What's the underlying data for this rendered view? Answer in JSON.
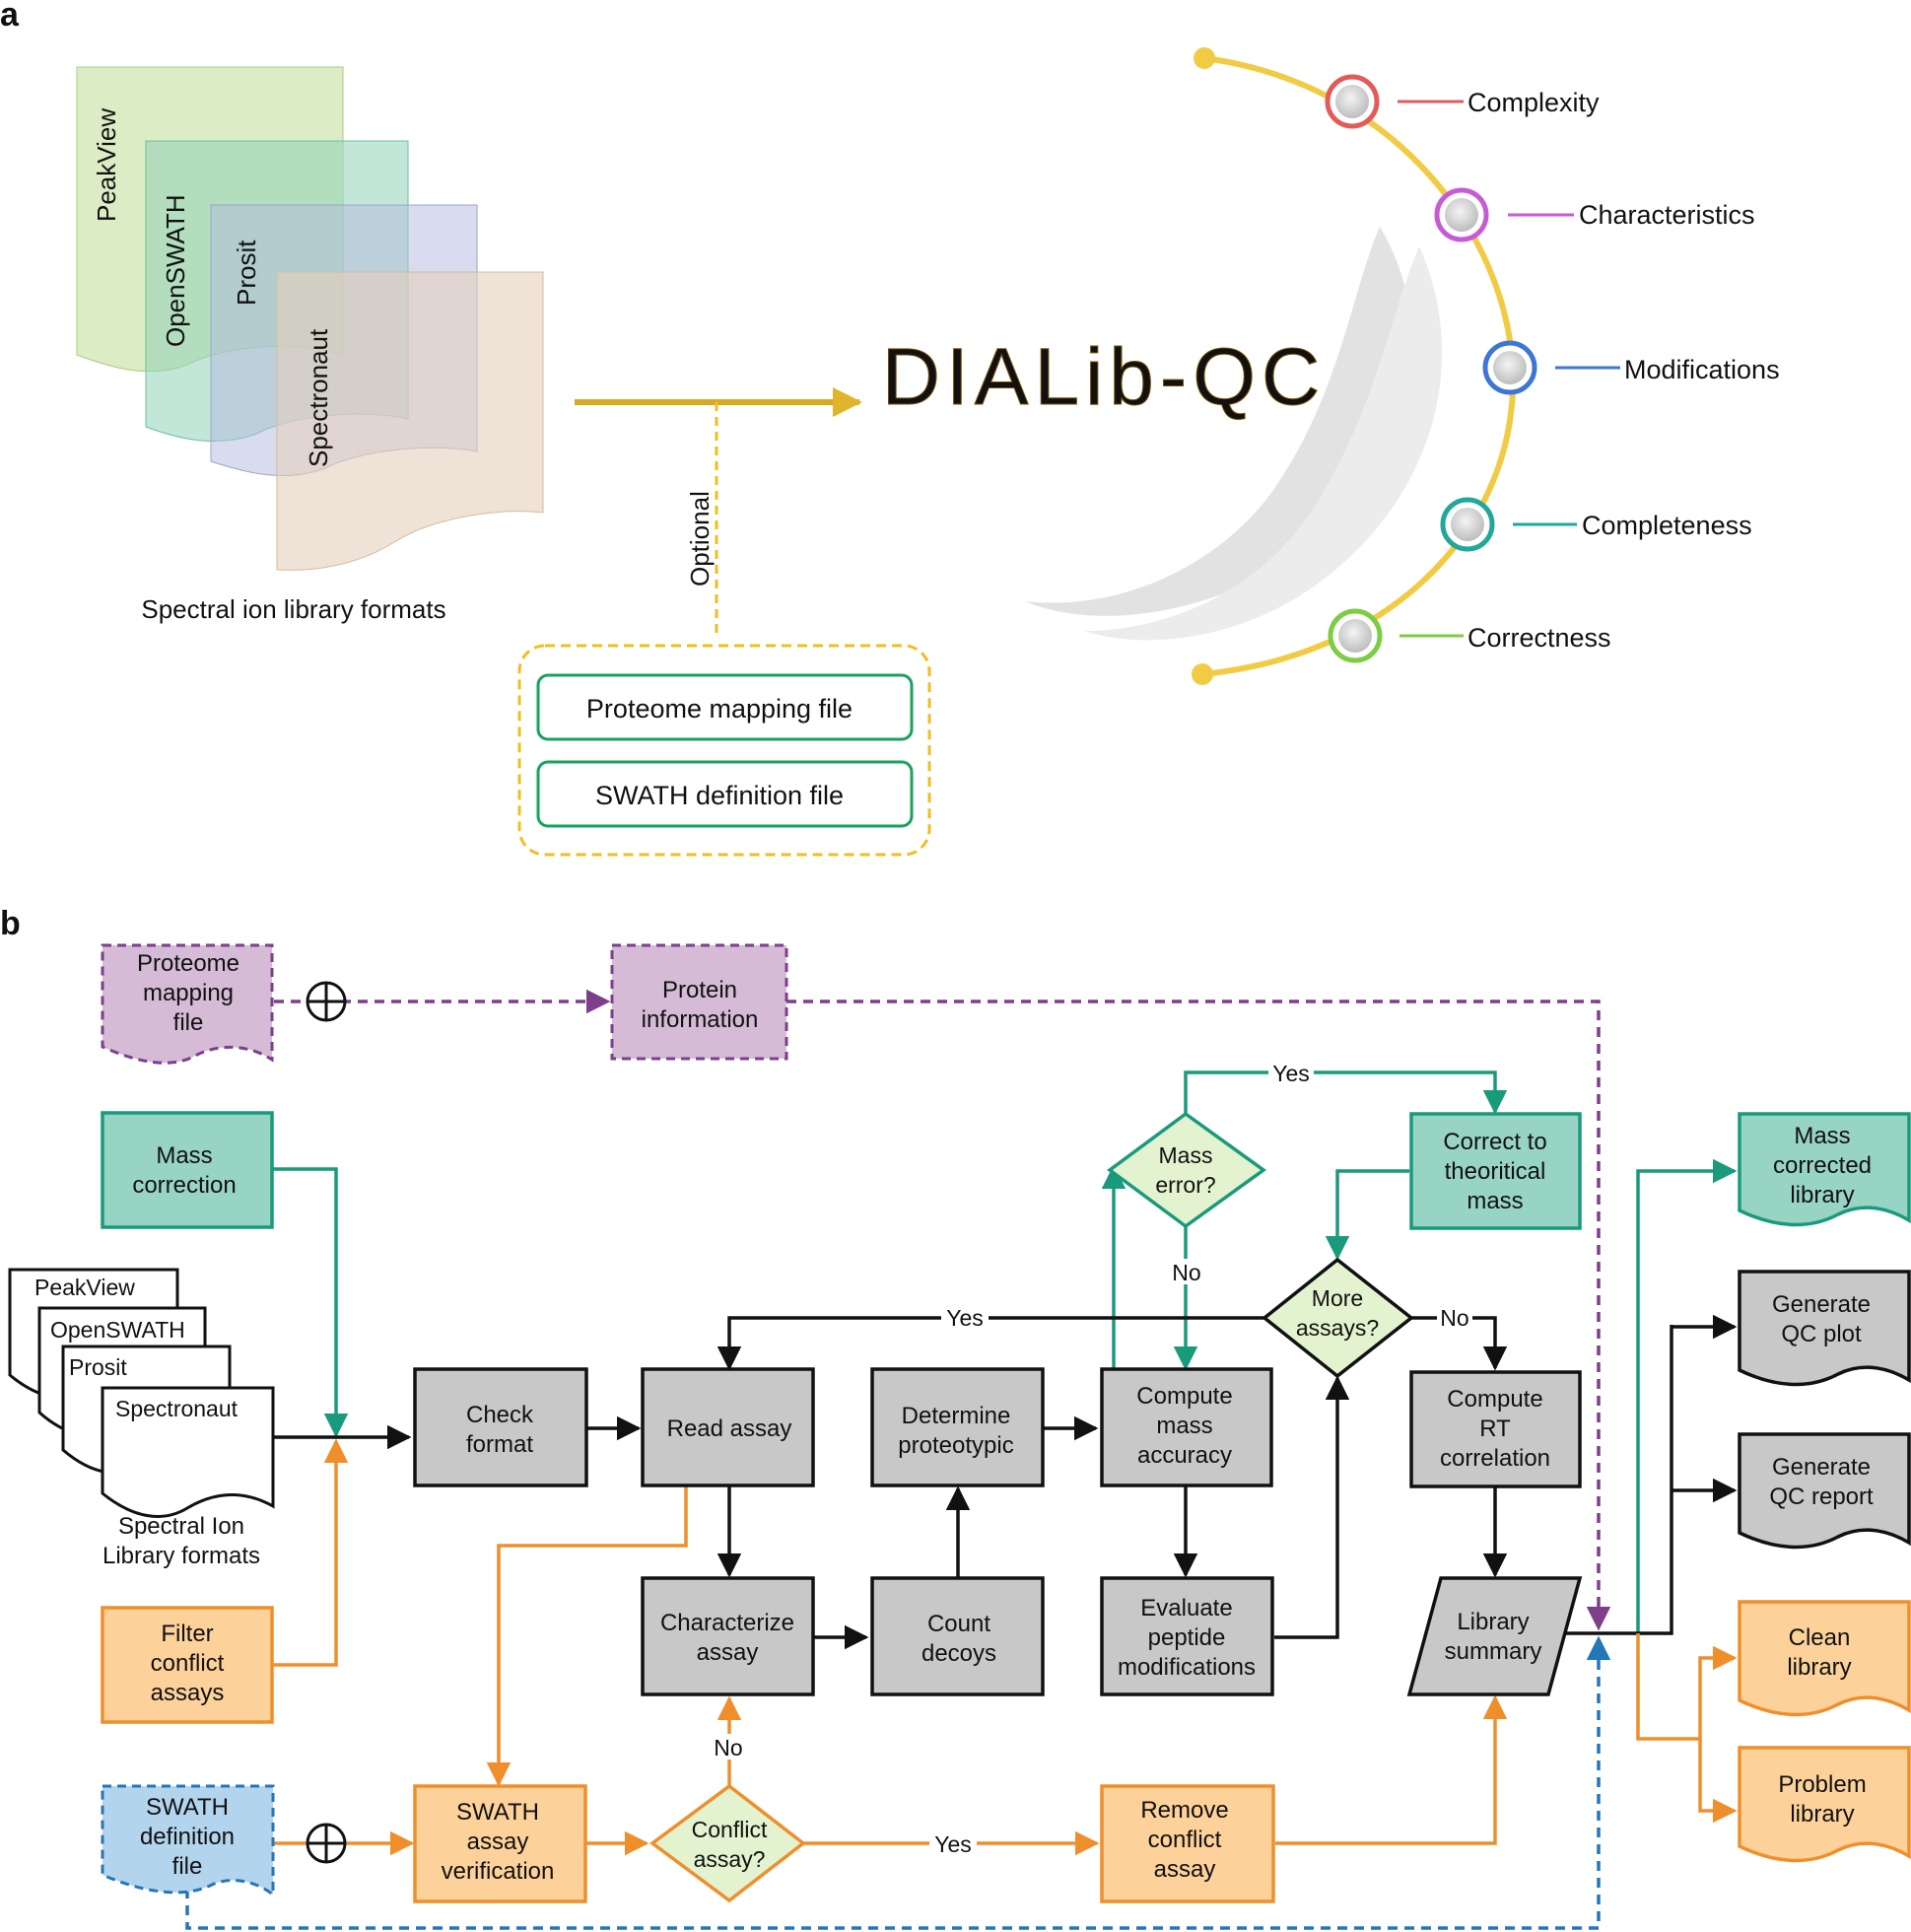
{
  "panel_a": {
    "label": "a",
    "formats": [
      "PeakView",
      "OpenSWATH",
      "Prosit",
      "Spectronaut"
    ],
    "formats_caption": "Spectral ion library formats",
    "optional_label": "Optional",
    "optional_files": [
      "Proteome mapping file",
      "SWATH definition file"
    ],
    "logo": "DIALib-QC",
    "criteria": [
      {
        "label": "Complexity",
        "color": "#e45a5a"
      },
      {
        "label": "Characteristics",
        "color": "#c75bd6"
      },
      {
        "label": "Modifications",
        "color": "#3f76d6"
      },
      {
        "label": "Completeness",
        "color": "#22a79a"
      },
      {
        "label": "Correctness",
        "color": "#7ccd44"
      }
    ]
  },
  "panel_b": {
    "label": "b",
    "proteome_file": "Proteome mapping file",
    "protein_info": "Protein information",
    "mass_correction": "Mass correction",
    "formats": [
      "PeakView",
      "OpenSWATH",
      "Prosit",
      "Spectronaut"
    ],
    "formats_caption": "Spectral Ion Library formats",
    "filter_conflict": "Filter conflict assays",
    "swath_file": "SWATH definition file",
    "check_format": "Check format",
    "read_assay": "Read assay",
    "determine_proteotypic": "Determine proteotypic",
    "compute_mass_accuracy": "Compute mass accuracy",
    "characterize_assay": "Characterize assay",
    "count_decoys": "Count decoys",
    "evaluate_mods": "Evaluate peptide modifications",
    "mass_error": "Mass error?",
    "correct_mass": "Correct to theoritical mass",
    "more_assays": "More assays?",
    "compute_rt": "Compute RT correlation",
    "library_summary": "Library summary",
    "swath_verification": "SWATH assay verification",
    "conflict_assay": "Conflict assay?",
    "remove_conflict": "Remove conflict assay",
    "outputs": {
      "mass_corrected": "Mass corrected library",
      "qc_plot": "Generate QC plot",
      "qc_report": "Generate QC report",
      "clean": "Clean library",
      "problem": "Problem library"
    },
    "yes": "Yes",
    "no": "No",
    "colors": {
      "teal": "#1a9a7c",
      "orange": "#ef8f2b",
      "purple": "#7d3f8c",
      "blue": "#2477b6",
      "black": "#111111",
      "gold": "#f2cb45"
    }
  }
}
